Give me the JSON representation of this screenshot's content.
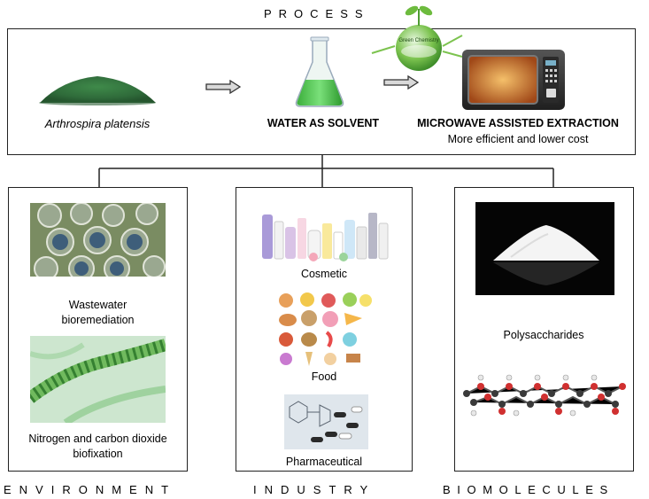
{
  "header": {
    "title": "PROCESS"
  },
  "process": {
    "organism": "Arthrospira platensis",
    "solvent": "WATER AS SOLVENT",
    "method": "MICROWAVE ASSISTED EXTRACTION",
    "method_note": "More efficient and lower cost",
    "badge_text": "Green Chemistry"
  },
  "categories": {
    "environment": {
      "title": "ENVIRONMENT",
      "items": [
        "Wastewater bioremediation",
        "Nitrogen and carbon dioxide biofixation"
      ]
    },
    "industry": {
      "title": "INDUSTRY",
      "items": [
        "Cosmetic",
        "Food",
        "Pharmaceutical"
      ]
    },
    "biomolecules": {
      "title": "BIOMOLECULES",
      "items": [
        "Polysaccharides"
      ]
    }
  },
  "colors": {
    "line": "#222222",
    "spirulina": "#2f6b3a",
    "flask_liquid": "#4fc24f",
    "microwave_body": "#3a3a3a",
    "microwave_glow": "#e8a040"
  }
}
